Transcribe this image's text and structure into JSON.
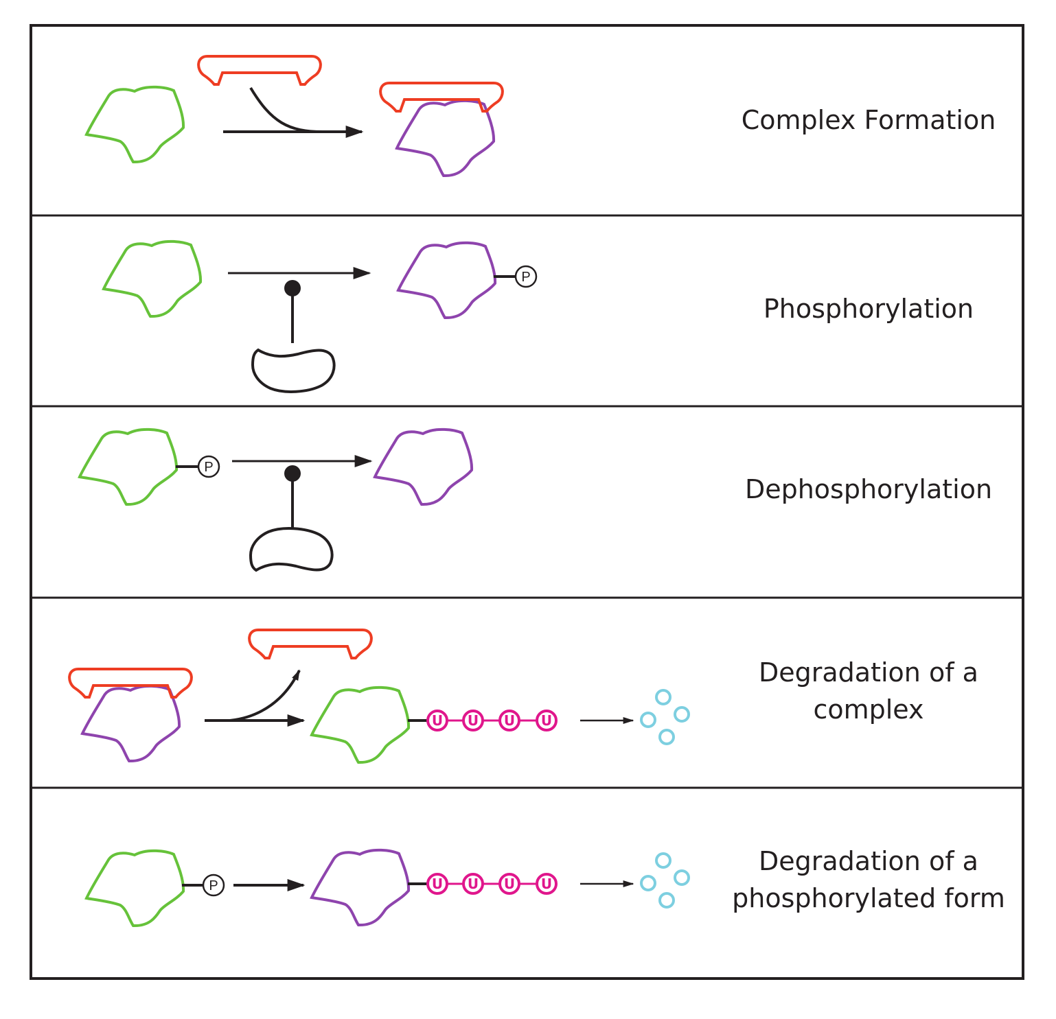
{
  "colors": {
    "inactive_protein": "#66c23a",
    "active_protein": "#8e44ad",
    "partner_protein": "#ee3d23",
    "enzyme": "#231f20",
    "ubiquitin": "#e0168c",
    "fragments": "#7dcfe0",
    "frame": "#231f20"
  },
  "panels": [
    {
      "label_lines": [
        "Complex Formation"
      ]
    },
    {
      "label_lines": [
        "Phosphorylation"
      ]
    },
    {
      "label_lines": [
        "Dephosphorylation"
      ]
    },
    {
      "label_lines": [
        "Degradation of a",
        "complex"
      ]
    },
    {
      "label_lines": [
        "Degradation of a",
        "phosphorylated form"
      ]
    }
  ],
  "markers": {
    "phosphate": "P",
    "ubiquitin": "U"
  }
}
